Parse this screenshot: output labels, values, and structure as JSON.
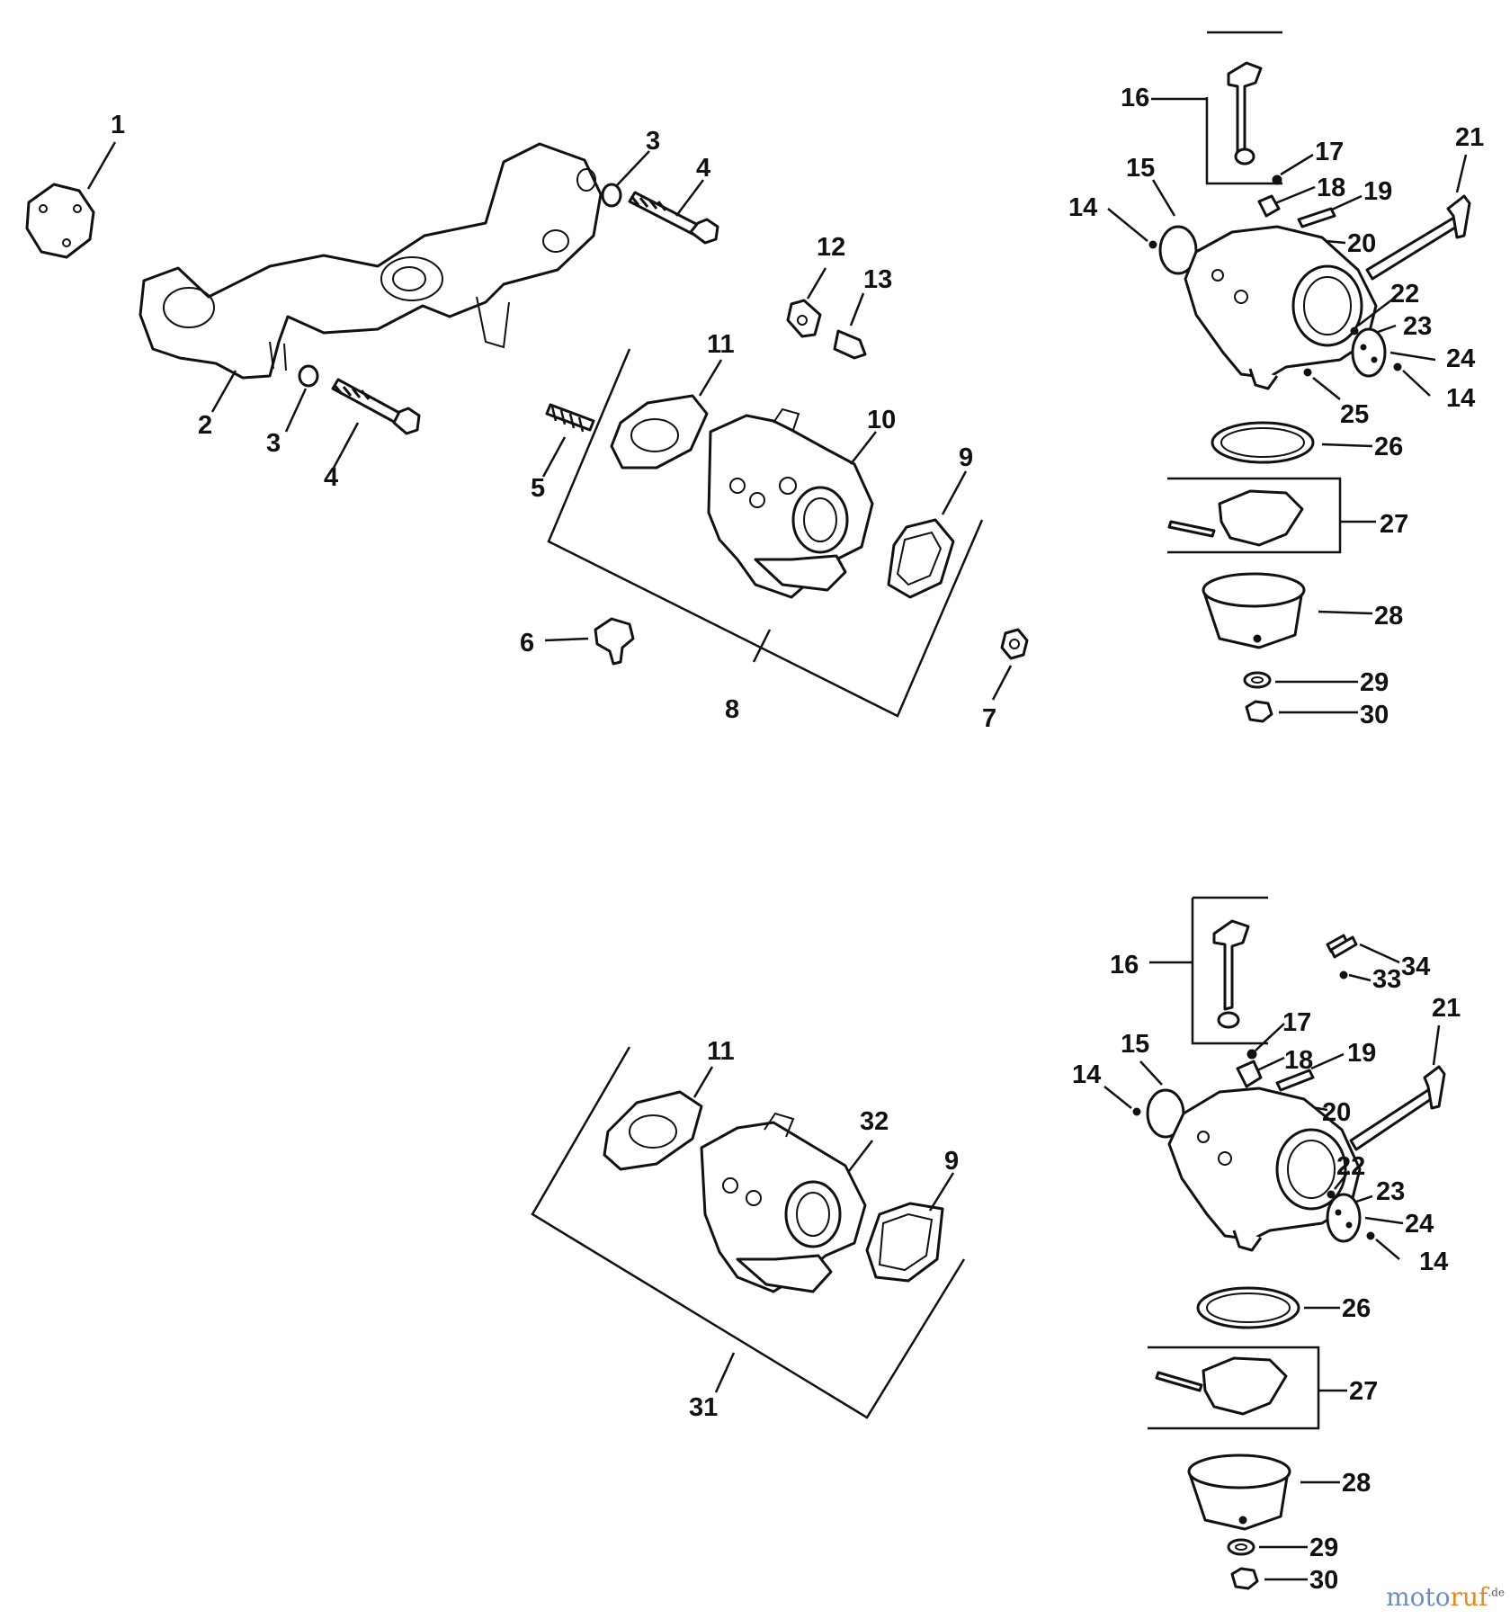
{
  "diagram": {
    "callouts_top": [
      "1",
      "2",
      "3",
      "3",
      "4",
      "4",
      "5",
      "6",
      "7",
      "8",
      "9",
      "10",
      "11",
      "12",
      "13"
    ],
    "callouts_top_right": [
      "14",
      "14",
      "15",
      "16",
      "17",
      "18",
      "19",
      "20",
      "21",
      "22",
      "23",
      "24",
      "25",
      "26",
      "27",
      "28",
      "29",
      "30"
    ],
    "callouts_bottom_left": [
      "9",
      "11",
      "31",
      "32"
    ],
    "callouts_bottom_right": [
      "14",
      "14",
      "15",
      "16",
      "17",
      "18",
      "19",
      "20",
      "21",
      "22",
      "23",
      "24",
      "26",
      "27",
      "28",
      "29",
      "30",
      "33",
      "34"
    ]
  },
  "watermark": {
    "part1": "moto",
    "part2": "ruf",
    "tld": ".de"
  },
  "colors": {
    "ink": "#111111",
    "watermark_blue": "#6b8fc0",
    "watermark_orange": "#e88a1a"
  }
}
